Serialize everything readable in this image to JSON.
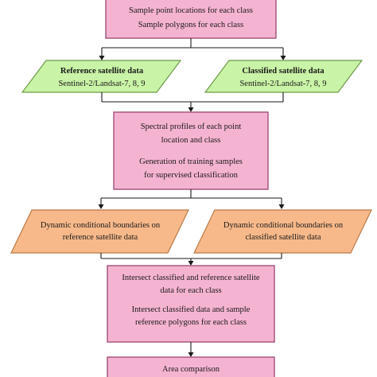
{
  "nodes": {
    "sample_box": {
      "lines": [
        "Sample point locations for each class",
        "Sample polygons for each class"
      ]
    },
    "reference_data": {
      "title": "Reference satellite data",
      "subtitle": "Sentinel-2/Landsat-7, 8, 9"
    },
    "classified_data": {
      "title": "Classified satellite data",
      "subtitle": "Sentinel-2/Landsat-7, 8, 9"
    },
    "spectral_box": {
      "lines": [
        "Spectral profiles of each point",
        "location and class",
        "Generation of training samples",
        "for supervised classification"
      ]
    },
    "dynamic_reference": {
      "lines": [
        "Dynamic conditional boundaries on",
        "reference satellite data"
      ]
    },
    "dynamic_classified": {
      "lines": [
        "Dynamic conditional boundaries on",
        "classified satellite data"
      ]
    },
    "intersect_box": {
      "lines": [
        "Intersect classified and reference satellite",
        "data for each class",
        "Intersect classified data and sample",
        "reference polygons for each class"
      ]
    },
    "area_box": {
      "lines": [
        "Area comparison"
      ]
    }
  },
  "colors": {
    "process_fill": "#f5b3d2",
    "input_fill": "#c9f3a6",
    "boundary_fill": "#f7b98a"
  }
}
